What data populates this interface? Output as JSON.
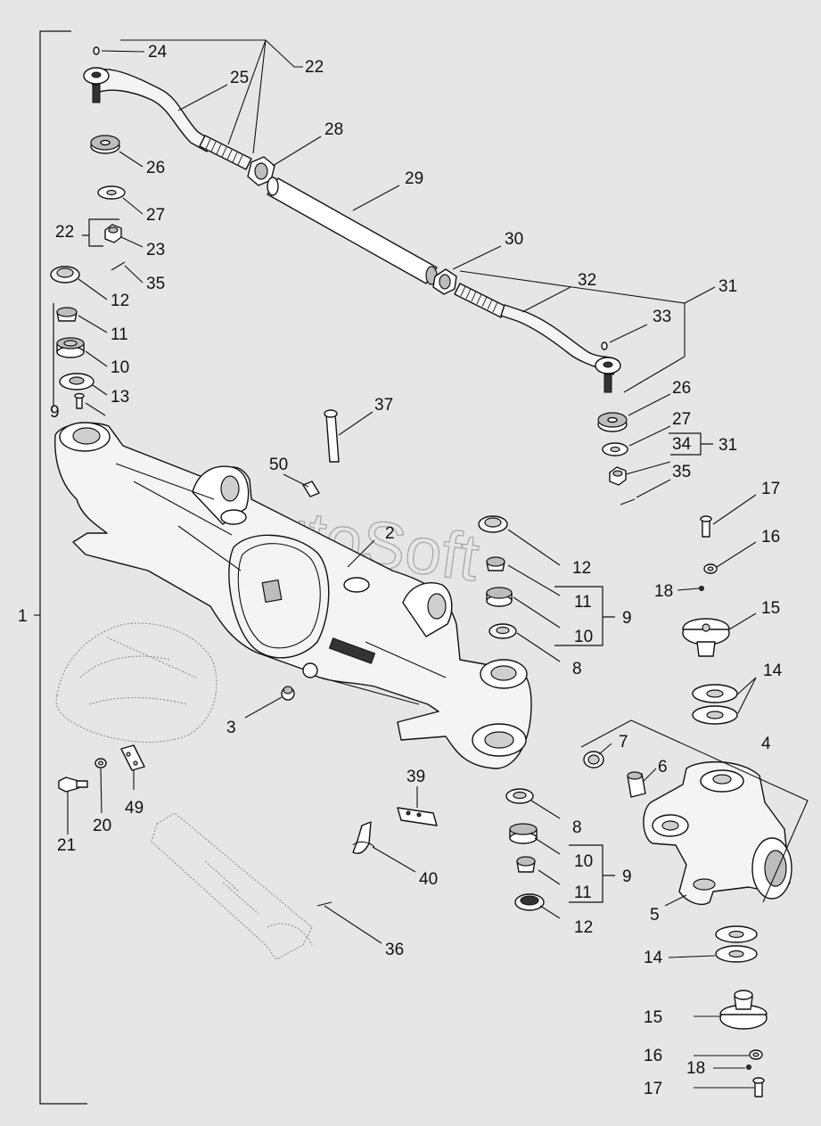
{
  "watermark": "AutoSoft",
  "callouts": {
    "n1": "1",
    "n2": "2",
    "n3": "3",
    "n4": "4",
    "n5": "5",
    "n6": "6",
    "n7": "7",
    "n8a": "8",
    "n8b": "8",
    "n9a": "9",
    "n9b": "9",
    "n9c": "9",
    "n10a": "10",
    "n10b": "10",
    "n10c": "10",
    "n11a": "11",
    "n11b": "11",
    "n11c": "11",
    "n12a": "12",
    "n12b": "12",
    "n12c": "12",
    "n13": "13",
    "n14a": "14",
    "n14b": "14",
    "n15a": "15",
    "n15b": "15",
    "n16a": "16",
    "n16b": "16",
    "n17a": "17",
    "n17b": "17",
    "n18a": "18",
    "n18b": "18",
    "n20": "20",
    "n21": "21",
    "n22a": "22",
    "n22b": "22",
    "n23": "23",
    "n24": "24",
    "n25": "25",
    "n26a": "26",
    "n26b": "26",
    "n27a": "27",
    "n27b": "27",
    "n28": "28",
    "n29": "29",
    "n30": "30",
    "n31a": "31",
    "n31b": "31",
    "n32": "32",
    "n33": "33",
    "n34": "34",
    "n35a": "35",
    "n35b": "35",
    "n36": "36",
    "n37": "37",
    "n39": "39",
    "n40": "40",
    "n49": "49",
    "n50": "50"
  }
}
